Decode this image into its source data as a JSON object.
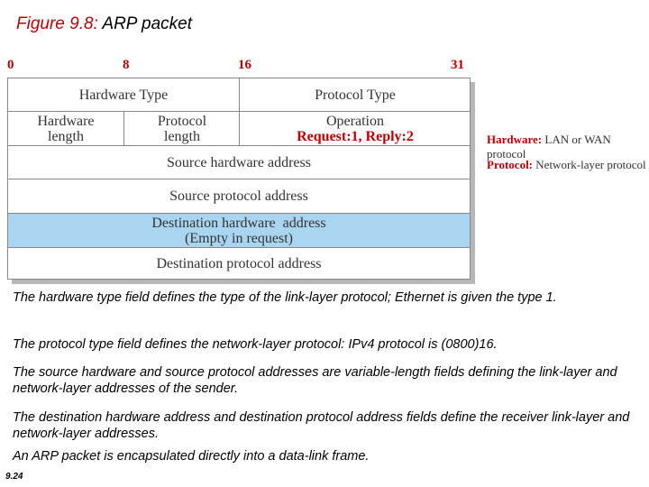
{
  "title": {
    "figure": "Figure 9.8:",
    "name": "ARP packet"
  },
  "bit_labels": [
    "0",
    "8",
    "16",
    "31"
  ],
  "packet": {
    "hardware_type": "Hardware Type",
    "protocol_type": "Protocol Type",
    "hardware_length": [
      "Hardware",
      "length"
    ],
    "protocol_length": [
      "Protocol",
      "length"
    ],
    "operation": "Operation",
    "operation_values": "Request:1, Reply:2",
    "source_hardware_address": "Source hardware address",
    "source_protocol_address": "Source protocol address",
    "destination_hardware_address": "Destination hardware  address",
    "destination_hardware_note": "(Empty in request)",
    "destination_protocol_address": "Destination protocol address"
  },
  "legend": {
    "hardware_key": "Hardware:",
    "hardware_value": "LAN or WAN protocol",
    "protocol_key": "Protocol:",
    "protocol_value": "Network-layer protocol"
  },
  "paragraphs": [
    "The hardware type field defines the type of the link-layer protocol; Ethernet is given the type 1.",
    "The protocol type field defines the network-layer protocol: IPv4 protocol is (0800)16.",
    "The source hardware and source protocol addresses are variable-length fields defining the link-layer and network-layer addresses of the sender.",
    "The destination hardware address and destination protocol address fields define the receiver link-layer and network-layer addresses.",
    "An ARP packet is encapsulated directly into a data-link frame."
  ],
  "page_number": "9.24",
  "colors": {
    "accent_red": "#c00000",
    "highlight_blue": "#a9d5f0"
  }
}
